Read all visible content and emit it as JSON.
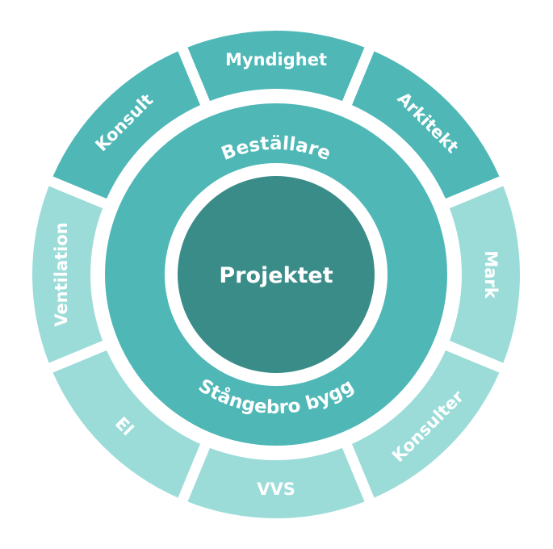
{
  "center": {
    "label": "Projektet",
    "color": "#3a8c89"
  },
  "middle_ring": {
    "top_label": "Beställare",
    "bottom_label": "Stångebro bygg",
    "color": "#4fb8b7"
  },
  "outer_ring": {
    "segments": [
      {
        "label": "Myndighet",
        "color": "#4fb8b7"
      },
      {
        "label": "Arkitekt",
        "color": "#4fb8b7"
      },
      {
        "label": "Mark",
        "color": "#9bdcd9"
      },
      {
        "label": "Konsulter",
        "color": "#9bdcd9"
      },
      {
        "label": "VVS",
        "color": "#9bdcd9"
      },
      {
        "label": "El",
        "color": "#9bdcd9"
      },
      {
        "label": "Ventilation",
        "color": "#9bdcd9"
      },
      {
        "label": "Konsult",
        "color": "#4fb8b7"
      }
    ]
  }
}
